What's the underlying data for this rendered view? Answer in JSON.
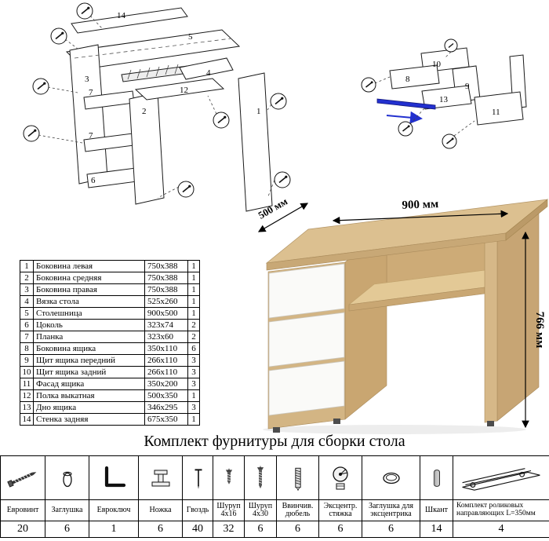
{
  "title": "Комплект фурнитуры для сборки стола",
  "desk": {
    "dim_width": "900 мм",
    "dim_depth": "500 мм",
    "dim_height": "766 мм"
  },
  "diagram_left": {
    "labels": [
      "14",
      "5",
      "3",
      "7",
      "7",
      "6",
      "2",
      "12",
      "4",
      "1"
    ]
  },
  "diagram_right": {
    "labels": [
      "10",
      "9",
      "8",
      "13",
      "11"
    ]
  },
  "parts": {
    "rows": [
      {
        "num": "1",
        "name": "Боковина левая",
        "size": "750x388",
        "qty": "1"
      },
      {
        "num": "2",
        "name": "Боковина средняя",
        "size": "750x388",
        "qty": "1"
      },
      {
        "num": "3",
        "name": "Боковина правая",
        "size": "750x388",
        "qty": "1"
      },
      {
        "num": "4",
        "name": "Вязка стола",
        "size": "525x260",
        "qty": "1"
      },
      {
        "num": "5",
        "name": "Столешница",
        "size": "900x500",
        "qty": "1"
      },
      {
        "num": "6",
        "name": "Цоколь",
        "size": "323x74",
        "qty": "2"
      },
      {
        "num": "7",
        "name": "Планка",
        "size": "323x60",
        "qty": "2"
      },
      {
        "num": "8",
        "name": "Боковина ящика",
        "size": "350x110",
        "qty": "6"
      },
      {
        "num": "9",
        "name": "Щит ящика передний",
        "size": "266x110",
        "qty": "3"
      },
      {
        "num": "10",
        "name": "Щит ящика задний",
        "size": "266x110",
        "qty": "3"
      },
      {
        "num": "11",
        "name": "Фасад ящика",
        "size": "350x200",
        "qty": "3"
      },
      {
        "num": "12",
        "name": "Полка выкатная",
        "size": "500x350",
        "qty": "1"
      },
      {
        "num": "13",
        "name": "Дно ящика",
        "size": "346x295",
        "qty": "3"
      },
      {
        "num": "14",
        "name": "Стенка задняя",
        "size": "675x350",
        "qty": "1"
      }
    ]
  },
  "hardware": {
    "items": [
      {
        "name": "Евровинт",
        "qty": "20"
      },
      {
        "name": "Заглушка",
        "qty": "6"
      },
      {
        "name": "Евроключ",
        "qty": "1"
      },
      {
        "name": "Ножка",
        "qty": "6"
      },
      {
        "name": "Гвоздь",
        "qty": "40"
      },
      {
        "name": "Шуруп 4x16",
        "qty": "32"
      },
      {
        "name": "Шуруп 4x30",
        "qty": "6"
      },
      {
        "name": "Ввинчив. дюбель",
        "qty": "6"
      },
      {
        "name": "Эксцентр. стяжка",
        "qty": "6"
      },
      {
        "name": "Заглушка для эксцентрика",
        "qty": "6"
      },
      {
        "name": "Шкант",
        "qty": "14"
      },
      {
        "name": "Комплект роликовых направляющих L=350мм",
        "qty": "4"
      }
    ]
  }
}
